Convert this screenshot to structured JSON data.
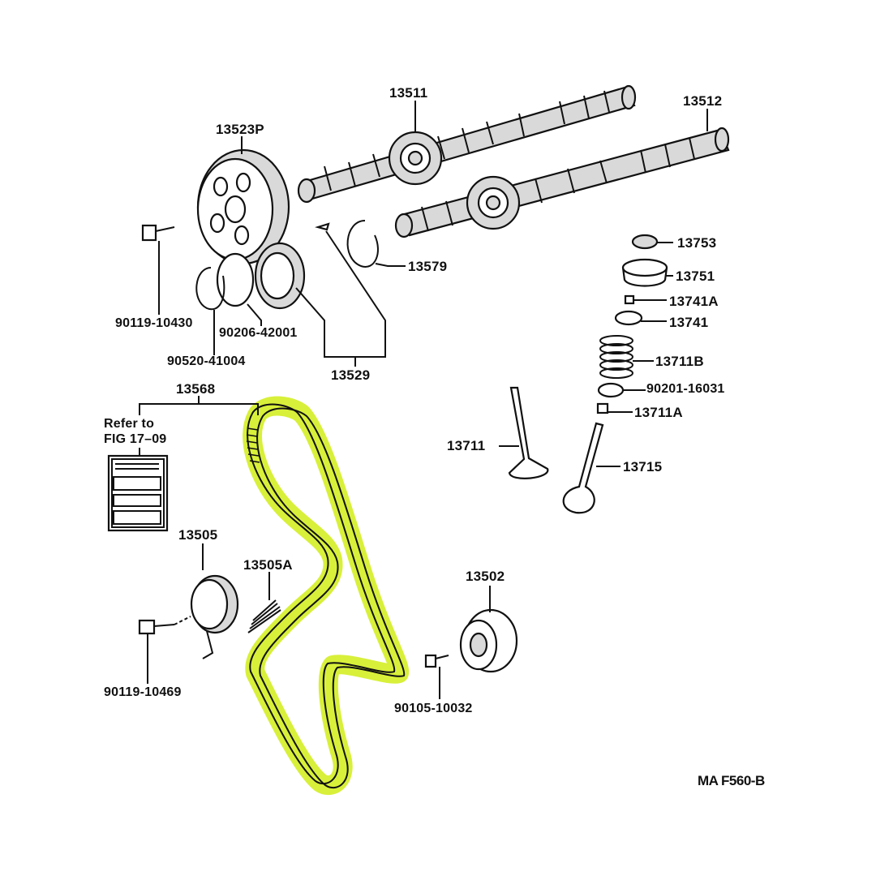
{
  "diagram": {
    "title_code": "MA F560-B",
    "belt_highlight_color": "#d8f03a",
    "part_shade_color": "#d9d9d9",
    "line_color": "#111111",
    "reference_note": {
      "line1": "Refer to",
      "line2": "FIG 17–09"
    },
    "parts": [
      {
        "id": "camshaft-intake",
        "number": "13511"
      },
      {
        "id": "camshaft-exhaust",
        "number": "13512"
      },
      {
        "id": "camshaft-timing-pulley",
        "number": "13523P"
      },
      {
        "id": "pulley-bolt",
        "number": "90119-10430"
      },
      {
        "id": "gasket",
        "number": "90206-42001"
      },
      {
        "id": "snap-ring",
        "number": "90520-41004"
      },
      {
        "id": "camshaft-sub-gear-set",
        "number": "13529"
      },
      {
        "id": "camshaft-snap-ring",
        "number": "13579"
      },
      {
        "id": "timing-belt",
        "number": "13568"
      },
      {
        "id": "adjusting-shim",
        "number": "13753"
      },
      {
        "id": "valve-lifter",
        "number": "13751"
      },
      {
        "id": "valve-spring-retainer-lock",
        "number": "13741A"
      },
      {
        "id": "valve-spring-retainer",
        "number": "13741"
      },
      {
        "id": "valve-spring",
        "number": "13711B"
      },
      {
        "id": "valve-stem-oil-seal",
        "number": "90201-16031"
      },
      {
        "id": "valve-spring-seat",
        "number": "13711A"
      },
      {
        "id": "intake-valve",
        "number": "13711"
      },
      {
        "id": "exhaust-valve",
        "number": "13715"
      },
      {
        "id": "timing-belt-tensioner",
        "number": "13505"
      },
      {
        "id": "tensioner-spring",
        "number": "13505A"
      },
      {
        "id": "tensioner-bolt",
        "number": "90119-10469"
      },
      {
        "id": "timing-belt-idler",
        "number": "13502"
      },
      {
        "id": "idler-bolt",
        "number": "90105-10032"
      }
    ]
  }
}
